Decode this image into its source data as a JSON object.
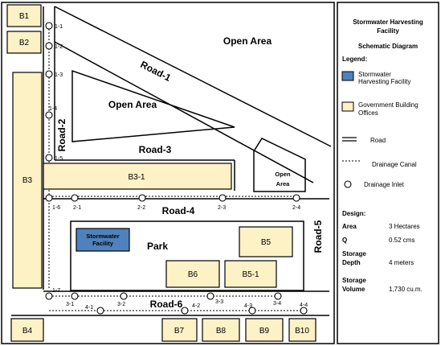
{
  "map": {
    "buildings": {
      "b1": "B1",
      "b2": "B2",
      "b3": "B3",
      "b3_1": "B3-1",
      "b4": "B4",
      "b5": "B5",
      "b5_1": "B5-1",
      "b6": "B6",
      "b7": "B7",
      "b8": "B8",
      "b9": "B9",
      "b10": "B10"
    },
    "facility": [
      "Stormwater",
      "Facility"
    ],
    "open_area_top": "Open Area",
    "open_area_mid": "Open Area",
    "open_area_small": [
      "Open",
      "Area"
    ],
    "park": "Park",
    "roads": {
      "road1": "Road-1",
      "road2": "Road-2",
      "road3": "Road-3",
      "road4": "Road-4",
      "road5": "Road-5",
      "road6": "Road-6"
    },
    "inlets": {
      "i1_1": "1-1",
      "i1_2": "1-2",
      "i1_3": "1-3",
      "i1_4": "1-4",
      "i1_5": "1-5",
      "i1_6": "1-6",
      "i1_7": "1-7",
      "i2_1": "2-1",
      "i2_2": "2-2",
      "i2_3": "2-3",
      "i2_4": "2-4",
      "i3_1": "3-1",
      "i3_2": "3-2",
      "i3_3": "3-3",
      "i3_4": "3-4",
      "i4_1": "4-1",
      "i4_2": "4-2",
      "i4_3": "4-3",
      "i4_4": "4-4"
    }
  },
  "legend": {
    "title": [
      "Stormwater Harvesting",
      "Facility"
    ],
    "subtitle": "Schematic Diagram",
    "heading": "Legend:",
    "facility": [
      "Stormwater",
      "Harvesting Facility"
    ],
    "gov": [
      "Government Building",
      "Offices"
    ],
    "road": "Road",
    "canal": "Drainage Canal",
    "inlet": "Drainage Inlet",
    "colors": {
      "facility": "#4f81bd",
      "building": "#fdf1c6"
    }
  },
  "design": {
    "heading": "Design:",
    "area_label": "Area",
    "area_value": "3 Hectares",
    "q_label": "Q",
    "q_value": "0.52 cms",
    "storage_depth_label": [
      "Storage",
      "Depth"
    ],
    "storage_depth_value": "4 meters",
    "storage_volume_label": [
      "Storage",
      "Volume"
    ],
    "storage_volume_value": "1,730 cu.m."
  }
}
